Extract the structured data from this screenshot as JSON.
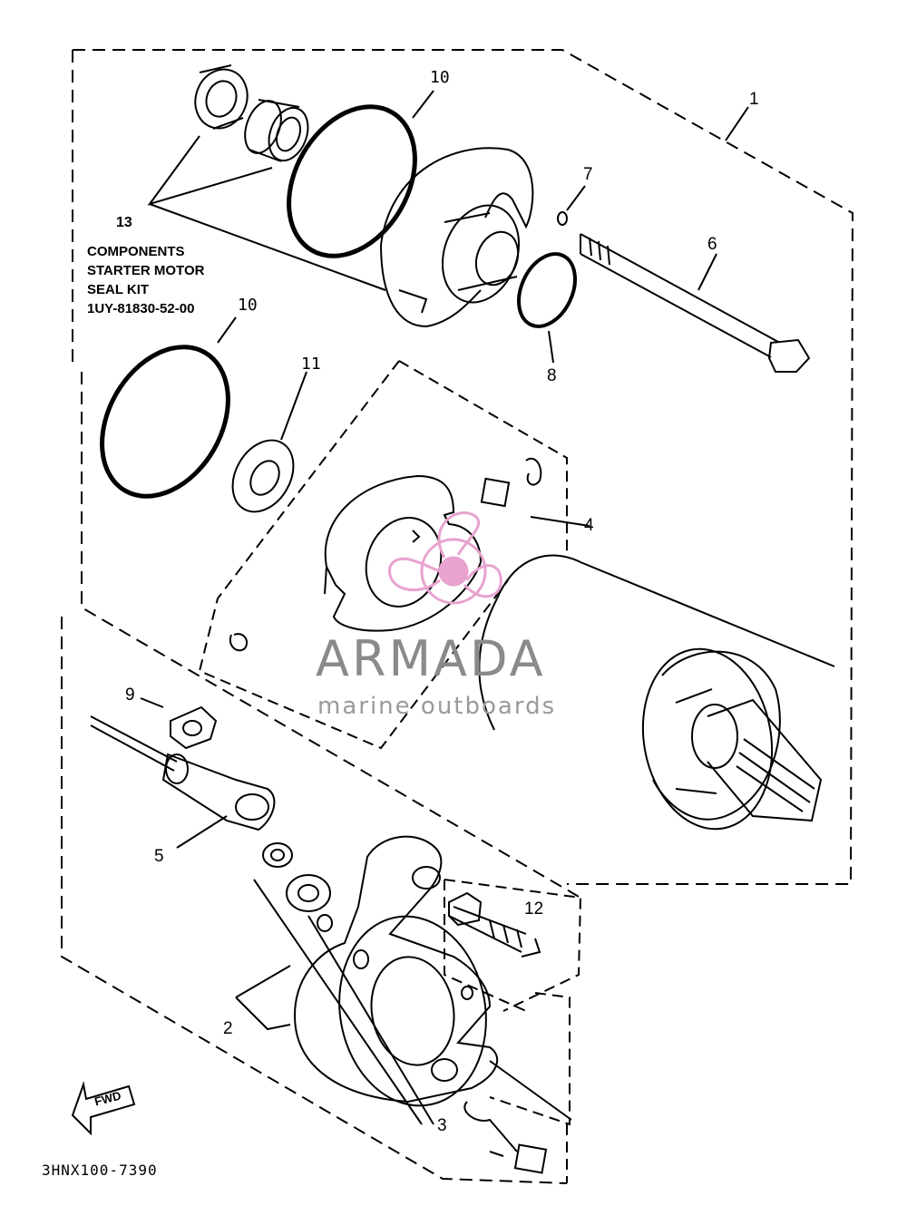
{
  "callouts": {
    "p1": "1",
    "p2": "2",
    "p3": "3",
    "p4": "4",
    "p5": "5",
    "p6": "6",
    "p7": "7",
    "p8": "8",
    "p9": "9",
    "p10a": "10",
    "p10b": "10",
    "p11": "11",
    "p12": "12",
    "p13": "13"
  },
  "seal_kit": {
    "line1": "COMPONENTS",
    "line2": "STARTER MOTOR",
    "line3": "SEAL KIT",
    "part_number": "1UY-81830-52-00"
  },
  "fwd_label": "FWD",
  "diagram_code": "3HNX100-7390",
  "watermark": {
    "brand": "ARMADA",
    "tagline": "marine outboards",
    "logo_color": "#e8a3cf",
    "text_color": "#8a8a8a"
  }
}
